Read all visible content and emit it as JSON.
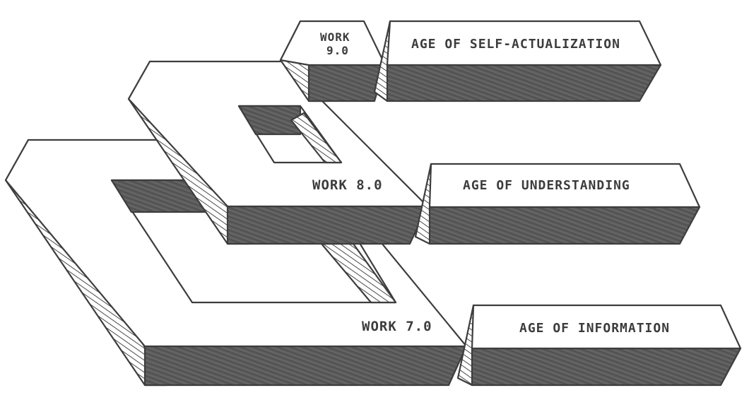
{
  "colors": {
    "ink": "#3d3d3d",
    "top_face": "#ffffff",
    "shadow_face": "#5e5e5e",
    "hatch": "#4a4a4a",
    "background": "#ffffff"
  },
  "levels": [
    {
      "work_label": "WORK 7.0",
      "age_label": "AGE OF INFORMATION"
    },
    {
      "work_label": "WORK 8.0",
      "age_label": "AGE OF UNDERSTANDING"
    },
    {
      "work_label_line1": "WORK",
      "work_label_line2": "9.0",
      "age_label": "AGE OF SELF-ACTUALIZATION"
    }
  ]
}
